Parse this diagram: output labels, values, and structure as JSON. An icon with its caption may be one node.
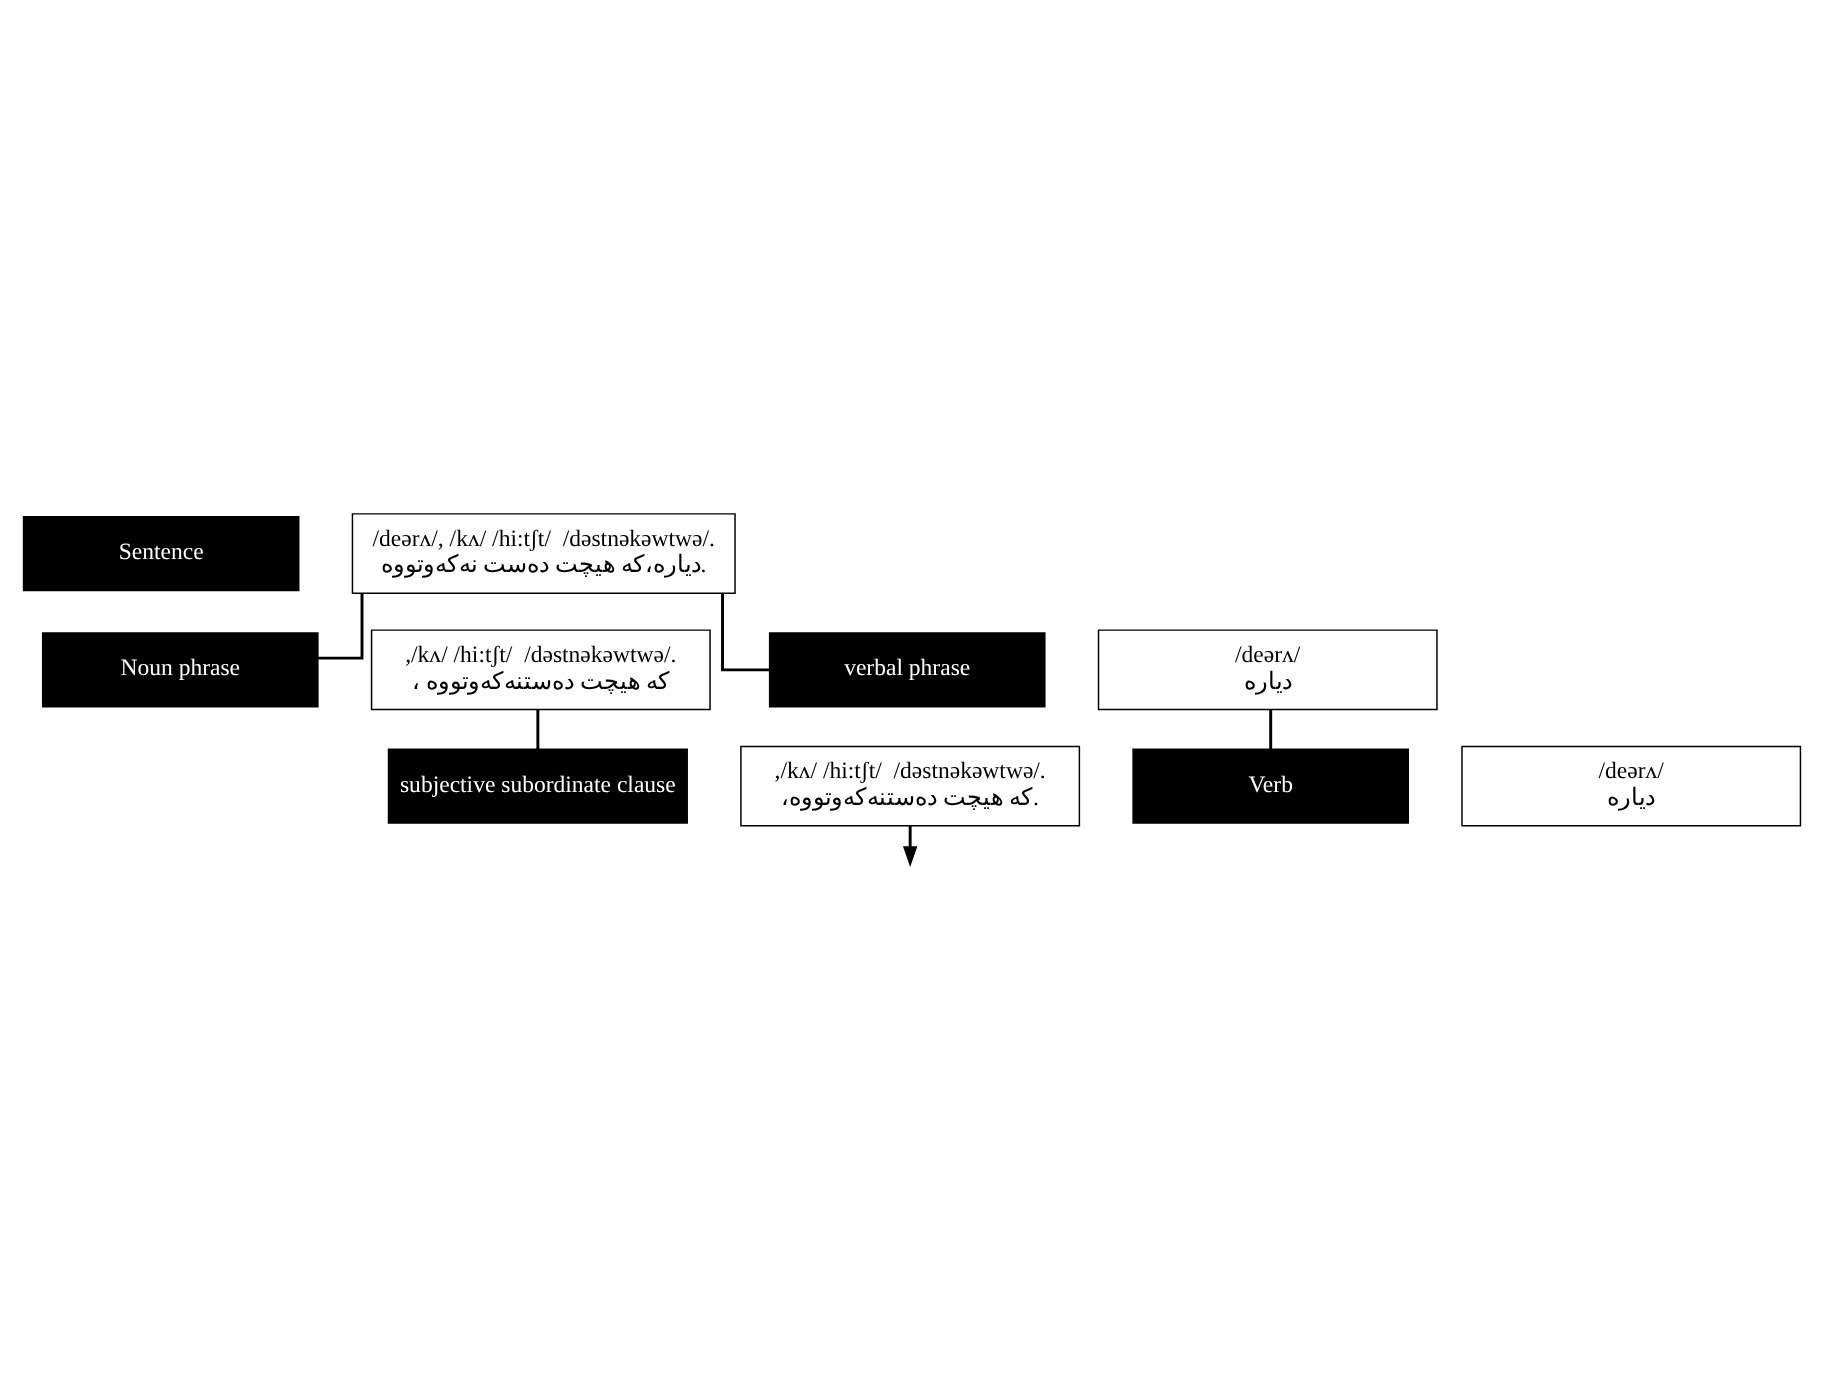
{
  "diagram": {
    "nodes": [
      {
        "text": [
          "Sentence"
        ]
      },
      {
        "text": [
          "/deərʌ/, /kʌ/ /hi:tʃt/  /dəstnəkəwtwə/.",
          "دیارە،کە هیچت دەست نەکەوتووە."
        ]
      },
      {
        "text": [
          "Noun phrase"
        ]
      },
      {
        "text": [
          ",/kʌ/ /hi:tʃt/  /dəstnəkəwtwə/.",
          "، کە هیچت دەستنەکەوتووە"
        ]
      },
      {
        "text": [
          "verbal phrase"
        ]
      },
      {
        "text": [
          "/deərʌ/",
          "دیارە"
        ]
      },
      {
        "text": [
          "subjective subordinate clause"
        ]
      },
      {
        "text": [
          ",/kʌ/ /hi:tʃt/  /dəstnəkəwtwə/.",
          "،کە هیچت دەستنەکەوتووە."
        ]
      },
      {
        "text": [
          "Verb"
        ]
      },
      {
        "text": [
          "/deərʌ/",
          "دیارە"
        ]
      }
    ],
    "edges": [
      {
        "from": 1,
        "to": 2,
        "arrow": "none"
      },
      {
        "from": 1,
        "to": 4,
        "arrow": "none"
      },
      {
        "from": 3,
        "to": 6,
        "arrow": "none"
      },
      {
        "from": 5,
        "to": 8,
        "arrow": "none"
      },
      {
        "from": 7,
        "to": null,
        "arrow": "to"
      }
    ]
  }
}
